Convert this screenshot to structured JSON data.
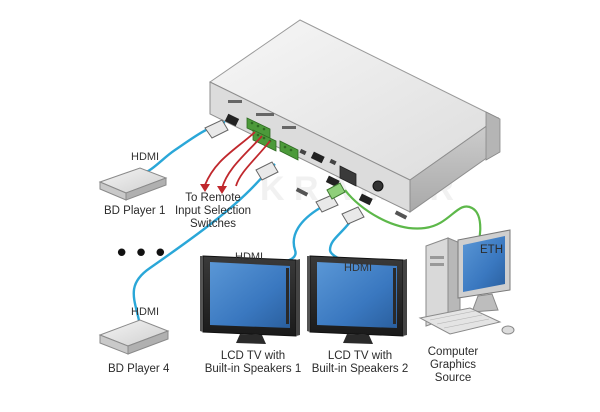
{
  "labels": {
    "bd_player_1": "BD Player 1",
    "bd_player_4": "BD Player 4",
    "hdmi_player1": "HDMI",
    "hdmi_player4": "HDMI",
    "hdmi_tv1": "HDMI",
    "hdmi_tv2": "HDMI",
    "remote_switch_line1": "To Remote",
    "remote_switch_line2": "Input Selection",
    "remote_switch_line3": "Switches",
    "tv1_line1": "LCD TV with",
    "tv1_line2": "Built-in Speakers 1",
    "tv2_line1": "LCD TV with",
    "tv2_line2": "Built-in Speakers 2",
    "eth": "ETH",
    "computer_line1": "Computer",
    "computer_line2": "Graphics",
    "computer_line3": "Source",
    "ellipsis": "•••"
  },
  "colors": {
    "hdmi_cable": "#2aa7d8",
    "eth_cable": "#5db84a",
    "remote_wire": "#c0282d",
    "device_body": "#e6e6e6",
    "device_top": "#f2f2f2",
    "screen": "#3a78c0"
  },
  "icons": [
    "hdmi-connector-icon",
    "terminal-block-icon",
    "lan-port-icon",
    "speaker-icon"
  ]
}
